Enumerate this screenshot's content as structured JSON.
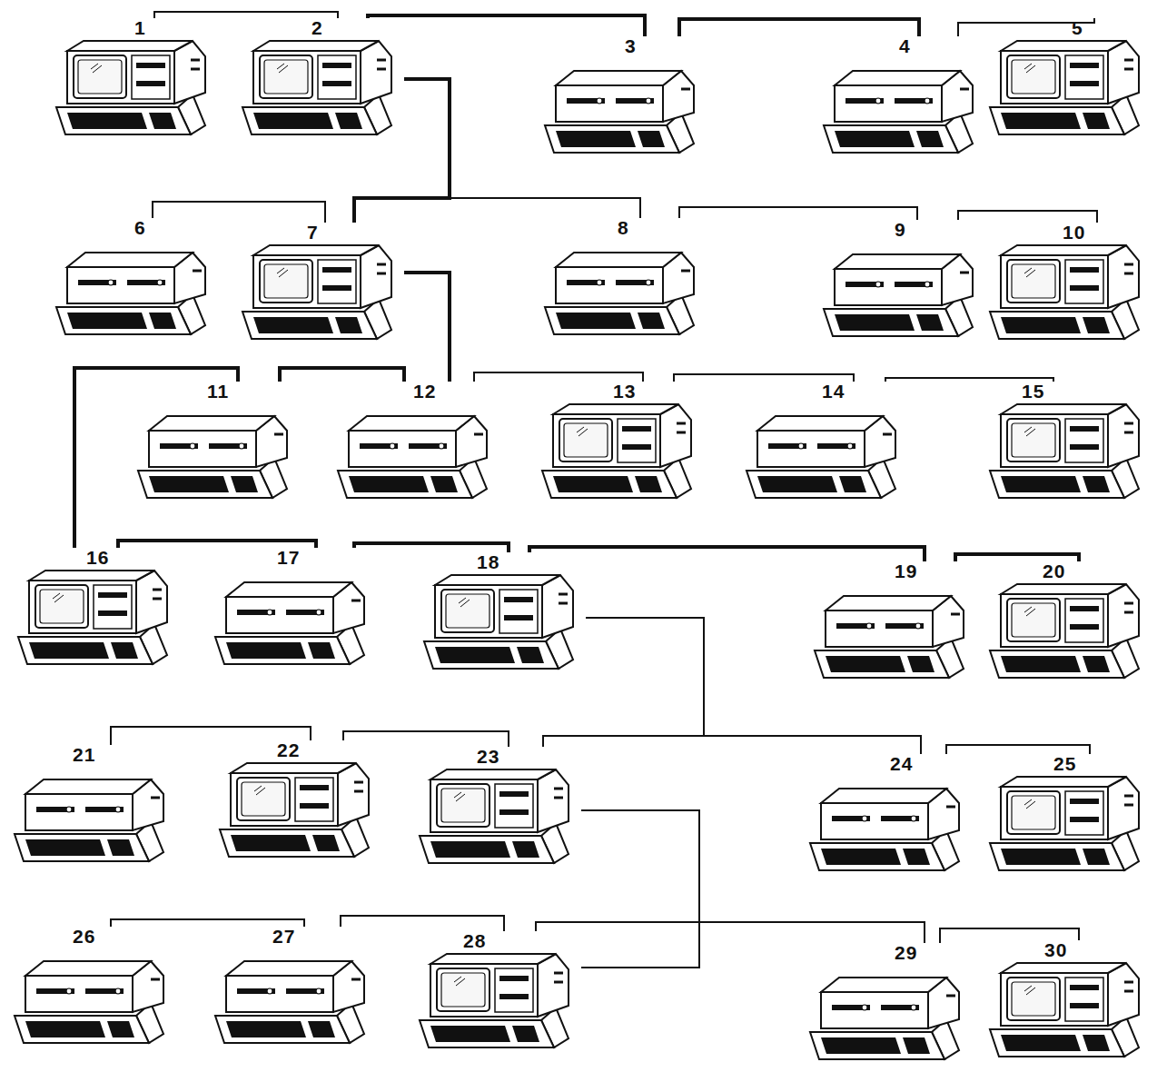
{
  "diagram": {
    "nodes": [
      {
        "text": [
          "1"
        ]
      },
      {
        "text": [
          "2"
        ]
      },
      {
        "text": [
          "3"
        ]
      },
      {
        "text": [
          "4"
        ]
      },
      {
        "text": [
          "5"
        ]
      },
      {
        "text": [
          "6"
        ]
      },
      {
        "text": [
          "7"
        ]
      },
      {
        "text": [
          "8"
        ]
      },
      {
        "text": [
          "9"
        ]
      },
      {
        "text": [
          "10"
        ]
      },
      {
        "text": [
          "11"
        ]
      },
      {
        "text": [
          "12"
        ]
      },
      {
        "text": [
          "13"
        ]
      },
      {
        "text": [
          "14"
        ]
      },
      {
        "text": [
          "15"
        ]
      },
      {
        "text": [
          "16"
        ]
      },
      {
        "text": [
          "17"
        ]
      },
      {
        "text": [
          "18"
        ]
      },
      {
        "text": [
          "19"
        ]
      },
      {
        "text": [
          "20"
        ]
      },
      {
        "text": [
          "21"
        ]
      },
      {
        "text": [
          "22"
        ]
      },
      {
        "text": [
          "23"
        ]
      },
      {
        "text": [
          "24"
        ]
      },
      {
        "text": [
          "25"
        ]
      },
      {
        "text": [
          "26"
        ]
      },
      {
        "text": [
          "27"
        ]
      },
      {
        "text": [
          "28"
        ]
      },
      {
        "text": [
          "29"
        ]
      },
      {
        "text": [
          "30"
        ]
      }
    ],
    "edges": [
      {
        "from": 0,
        "to": 1,
        "arrow": "none"
      },
      {
        "from": 1,
        "to": 2,
        "arrow": "none"
      },
      {
        "from": 2,
        "to": 3,
        "arrow": "none"
      },
      {
        "from": 3,
        "to": 4,
        "arrow": "none"
      },
      {
        "from": 1,
        "to": 6,
        "arrow": "none"
      },
      {
        "from": 1,
        "to": 7,
        "arrow": "none"
      },
      {
        "from": 5,
        "to": 6,
        "arrow": "none"
      },
      {
        "from": 7,
        "to": 8,
        "arrow": "none"
      },
      {
        "from": 8,
        "to": 9,
        "arrow": "none"
      },
      {
        "from": 6,
        "to": 11,
        "arrow": "none"
      },
      {
        "from": 10,
        "to": 11,
        "arrow": "none"
      },
      {
        "from": 10,
        "to": 15,
        "arrow": "none"
      },
      {
        "from": 11,
        "to": 12,
        "arrow": "none"
      },
      {
        "from": 12,
        "to": 13,
        "arrow": "none"
      },
      {
        "from": 13,
        "to": 14,
        "arrow": "none"
      },
      {
        "from": 15,
        "to": 16,
        "arrow": "none"
      },
      {
        "from": 16,
        "to": 17,
        "arrow": "none"
      },
      {
        "from": 17,
        "to": 18,
        "arrow": "none"
      },
      {
        "from": 18,
        "to": 19,
        "arrow": "none"
      },
      {
        "from": 17,
        "to": 22,
        "arrow": "none"
      },
      {
        "from": 17,
        "to": 23,
        "arrow": "none"
      },
      {
        "from": 20,
        "to": 21,
        "arrow": "none"
      },
      {
        "from": 21,
        "to": 22,
        "arrow": "none"
      },
      {
        "from": 23,
        "to": 24,
        "arrow": "none"
      },
      {
        "from": 22,
        "to": 27,
        "arrow": "none"
      },
      {
        "from": 25,
        "to": 26,
        "arrow": "none"
      },
      {
        "from": 26,
        "to": 27,
        "arrow": "none"
      },
      {
        "from": 27,
        "to": 28,
        "arrow": "none"
      },
      {
        "from": 28,
        "to": 29,
        "arrow": "none"
      }
    ]
  }
}
